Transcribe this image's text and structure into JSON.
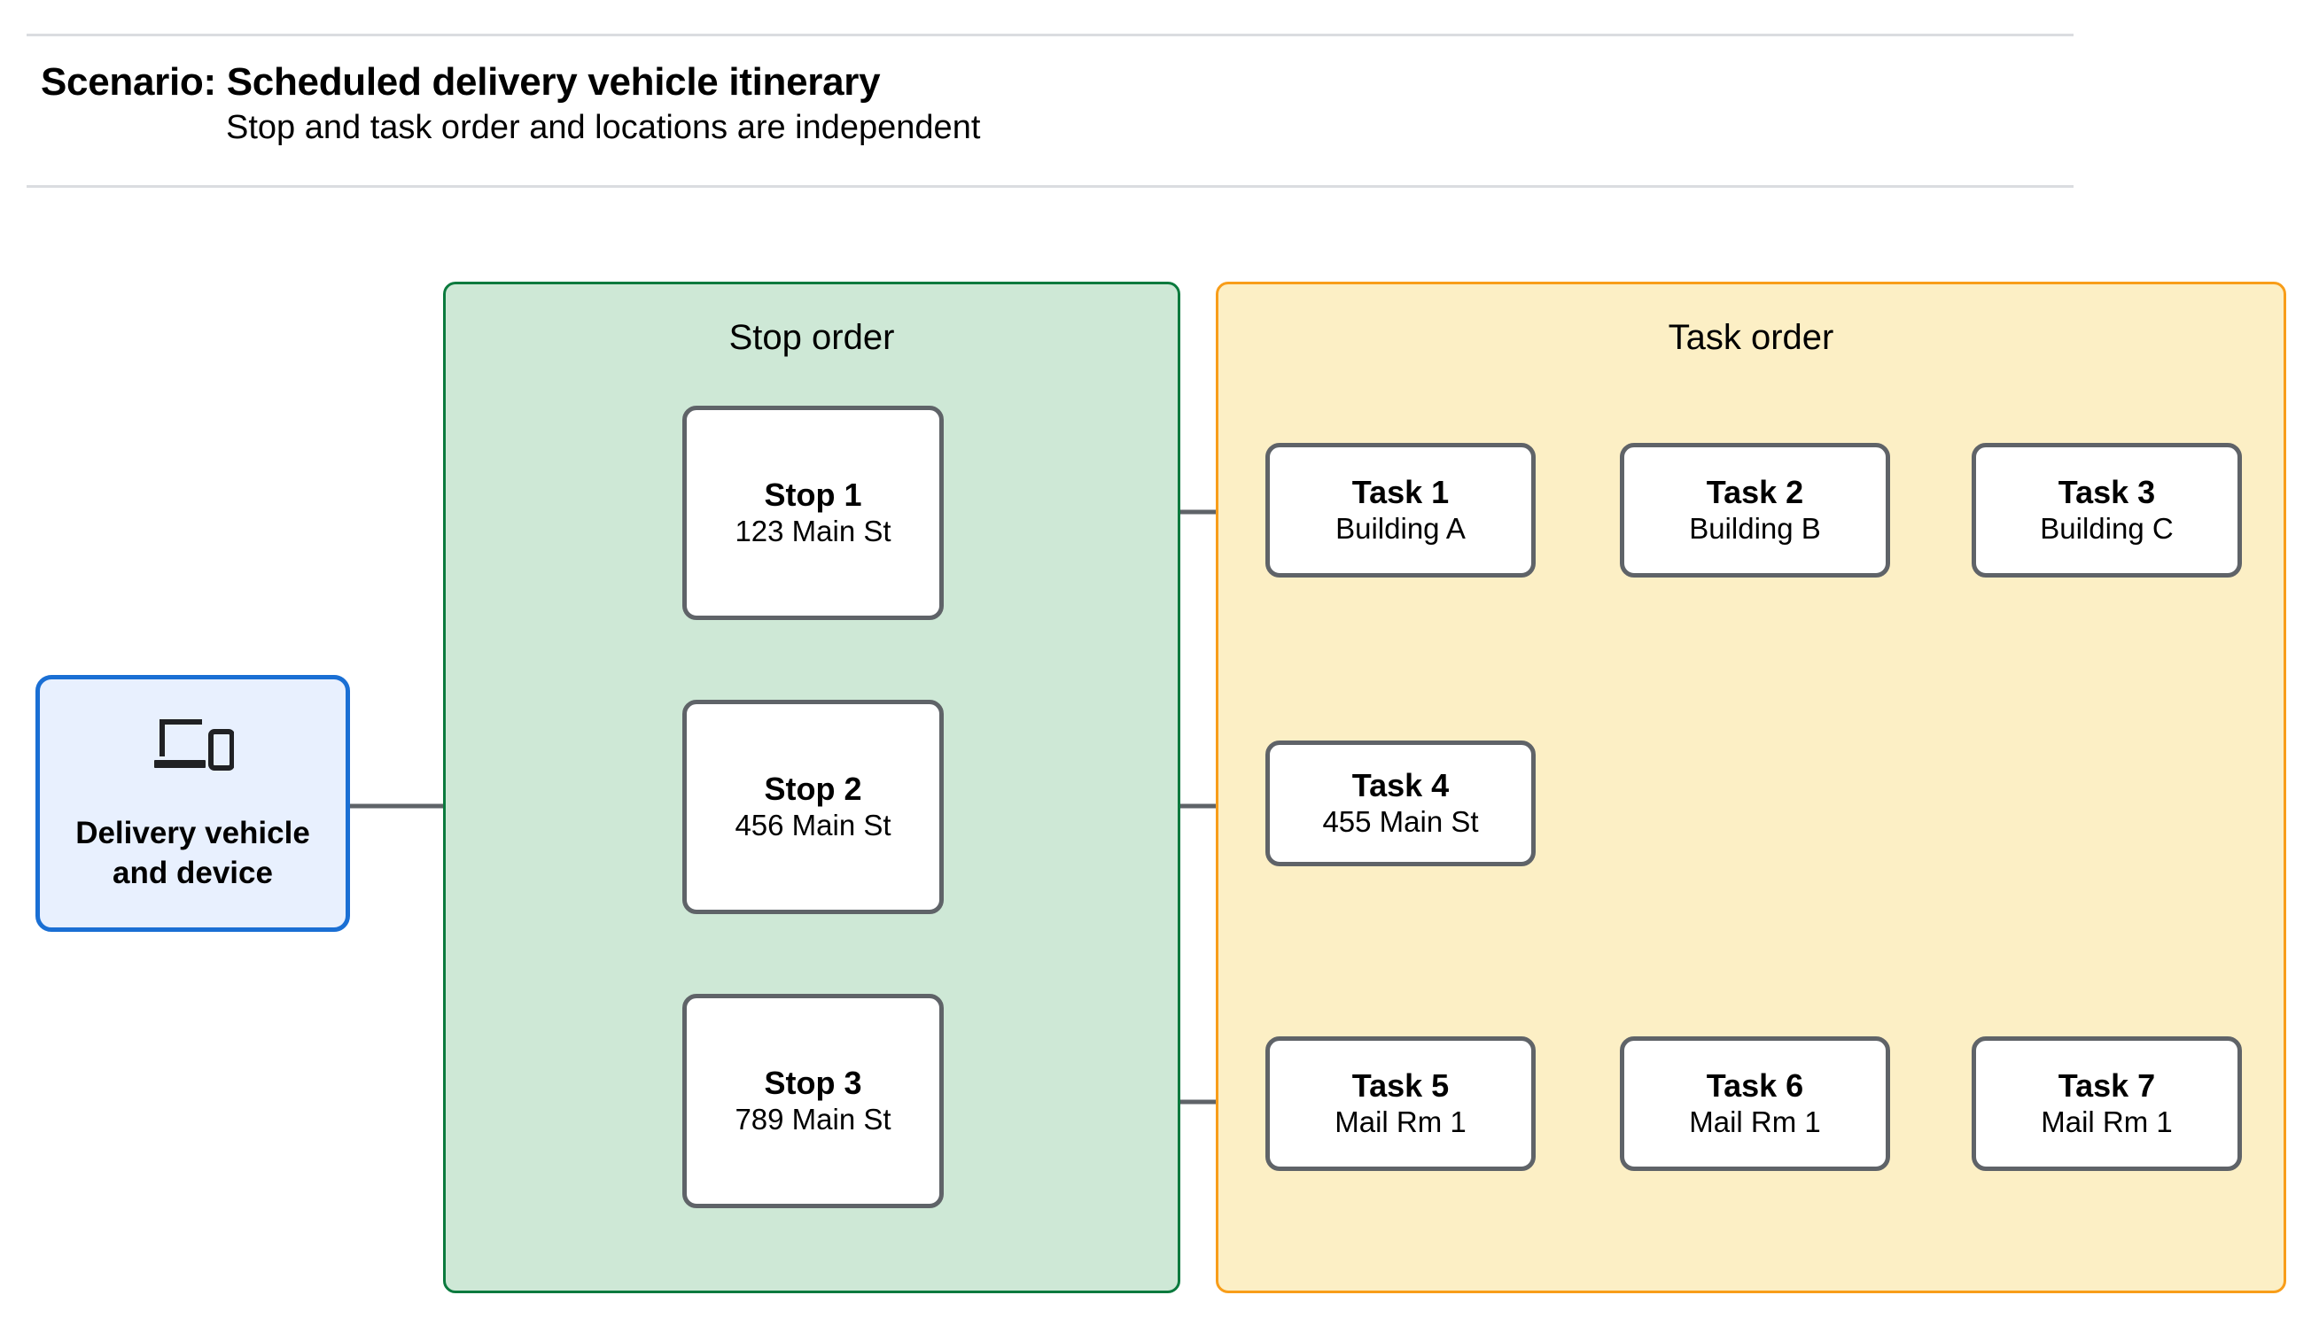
{
  "header": {
    "title": "Scenario: Scheduled delivery vehicle itinerary",
    "subtitle": "Stop and task order and locations are independent"
  },
  "vehicle": {
    "label": "Delivery vehicle\nand device",
    "label_line_1": "Delivery vehicle",
    "label_line_2": "and device",
    "icon": "laptop-and-phone-icon"
  },
  "panels": {
    "stop_order": {
      "title": "Stop order",
      "fill": "#cee8d6",
      "border": "#0b7a3e"
    },
    "task_order": {
      "title": "Task order",
      "fill": "#fcefc5",
      "border": "#f89d19"
    }
  },
  "stops": [
    {
      "title": "Stop 1",
      "address": "123 Main St"
    },
    {
      "title": "Stop 2",
      "address": "456 Main St"
    },
    {
      "title": "Stop 3",
      "address": "789 Main St"
    }
  ],
  "tasks": [
    {
      "title": "Task 1",
      "location": "Building A"
    },
    {
      "title": "Task 2",
      "location": "Building B"
    },
    {
      "title": "Task 3",
      "location": "Building C"
    },
    {
      "title": "Task 4",
      "location": "455 Main St"
    },
    {
      "title": "Task 5",
      "location": "Mail Rm 1"
    },
    {
      "title": "Task 6",
      "location": "Mail Rm 1"
    },
    {
      "title": "Task 7",
      "location": "Mail Rm 1"
    }
  ],
  "colors": {
    "node_border": "#5f6368",
    "node_fill": "#ffffff",
    "vehicle_fill": "#e8f0fe",
    "vehicle_border": "#1a6fd4",
    "connector": "#5f6368",
    "rule": "#dadce0"
  }
}
